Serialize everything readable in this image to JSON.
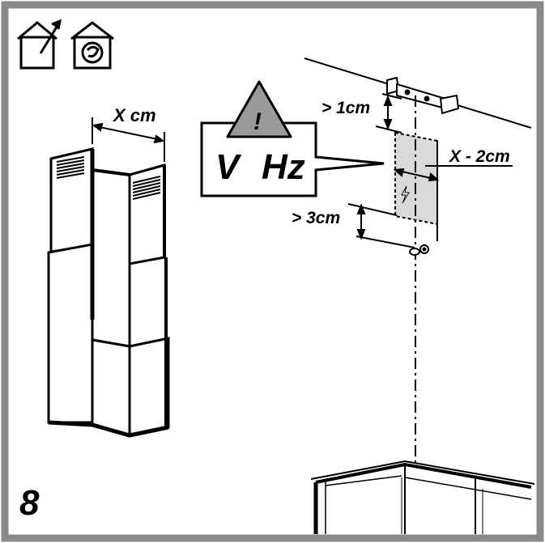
{
  "step": {
    "number": "8"
  },
  "icons": [
    {
      "name": "house-extraction-icon"
    },
    {
      "name": "house-recirculation-icon"
    }
  ],
  "chimney": {
    "width_label": "X cm"
  },
  "warning": {
    "symbol": "!",
    "voltage": "V",
    "frequency": "Hz"
  },
  "wall": {
    "top_clearance": "> 1cm",
    "socket_width": "X - 2cm",
    "bottom_clearance": "> 3cm"
  },
  "colors": {
    "border": "#8a8a8a",
    "line": "#000000",
    "socket_area": "#d9d9d9",
    "warning_triangle": "#9a9a9a"
  }
}
